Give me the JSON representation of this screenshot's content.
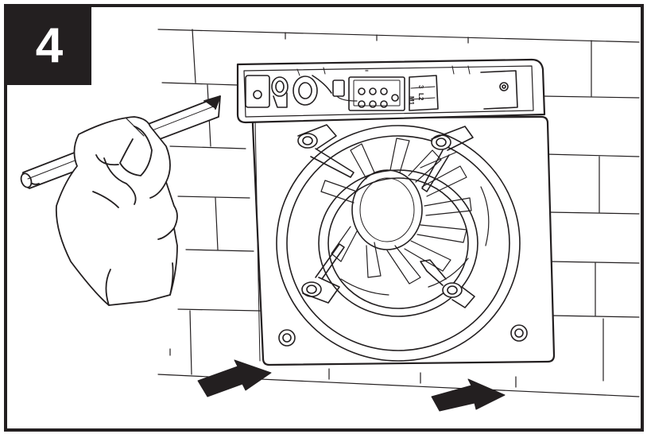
{
  "step": {
    "number": "4"
  },
  "terminal_block": {
    "labels": [
      "3",
      "L2",
      "M1",
      "≡"
    ]
  },
  "colors": {
    "ink": "#231f20",
    "paper": "#ffffff"
  }
}
